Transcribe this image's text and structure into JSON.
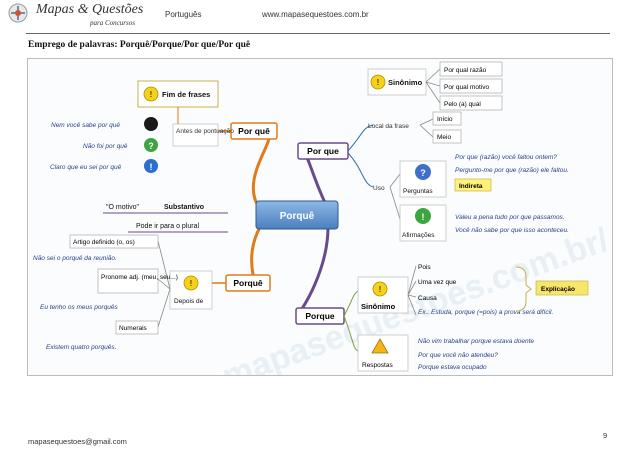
{
  "header": {
    "logo_title": "Mapas & Questões",
    "logo_subtitle": "para Concursos",
    "subject": "Português",
    "website": "www.mapasequestoes.com.br"
  },
  "page_title": "Emprego de palavras: Porquê/Porque/Por que/Por quê",
  "footer": {
    "email": "mapasequestoes@gmail.com",
    "page_number": "9"
  },
  "mindmap": {
    "center": "Porquê",
    "por_que_sep": {
      "label": "Por quê",
      "group": "Fim de frases",
      "context": "Antes de pontuação",
      "examples": [
        "Nem você sabe por quê",
        "Não foi por quê",
        "Claro que eu sei por quê"
      ]
    },
    "por_que": {
      "label": "Por que",
      "local": "Local da frase",
      "sinonimo": "Sinônimo",
      "sinonimos": [
        "Por qual razão",
        "Por qual motivo",
        "Pelo (a) qual"
      ],
      "posicoes": [
        "Início",
        "Meio"
      ],
      "uso": "Uso",
      "perguntas": "Perguntas",
      "indireta": "Indireta",
      "ex_pergunta_1": "Por que (razão) você faltou ontem?",
      "ex_pergunta_2": "Pergunto-me por que (razão) ele faltou.",
      "afirmacoes": "Afirmações",
      "ex_afirm_1": "Valeu a pena tudo por que passamos.",
      "ex_afirm_2": "Você não sabe por que isso aconteceu."
    },
    "porque_acento": {
      "label": "Porquê",
      "substantivo": "Substantivo",
      "o_motivo": "\"O motivo\"",
      "plural": "Pode ir para o plural",
      "artigo": "Artigo definido (o, os)",
      "ex_artigo": "Não sei o porquê da reunião.",
      "pronome": "Pronome adj. (meu, seu...)",
      "ex_pronome": "Eu tenho os meus porquês",
      "numerais": "Numerais",
      "ex_numerais": "Existem quatro porquês.",
      "depois_de": "Depois de"
    },
    "porque": {
      "label": "Porque",
      "sinonimo": "Sinônimo",
      "sinonimos": [
        "Pois",
        "Uma vez que",
        "Causa"
      ],
      "ex_causa": "Ex.: Estuda, porque (=pois) a prova será difícil.",
      "explicacao": "Explicação",
      "respostas": "Respostas",
      "ex_resp_1": "Não vim trabalhar porque estava doente",
      "ex_resp_2": "Por que você não atendeu?",
      "ex_resp_3": "Porque estava ocupado"
    },
    "watermark": "www.mapasequestoes.com.br/",
    "colors": {
      "center_fill": "#5b8fcf",
      "branch_orange": "#e07b1a",
      "branch_purple": "#6a4a8c",
      "branch_green": "#7ea23b",
      "branch_blue": "#2f6fb0",
      "idea_yellow": "#f5d21a",
      "indireta_yellow": "#fff27a",
      "explicacao_yellow": "#f8e66a"
    }
  }
}
